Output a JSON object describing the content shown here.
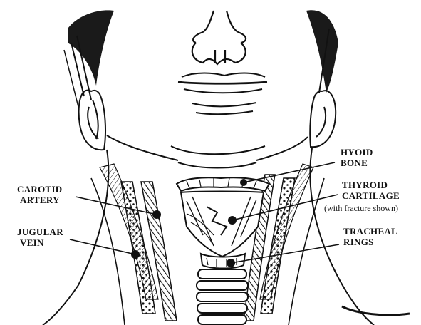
{
  "labels": {
    "carotid": [
      "CAROTID",
      "ARTERY"
    ],
    "jugular": [
      "JUGULAR",
      "VEIN"
    ],
    "hyoid": [
      "HYOID",
      "BONE"
    ],
    "thyroid": [
      "THYROID",
      "CARTILAGE"
    ],
    "thyroid_note": "(with fracture shown)",
    "tracheal": [
      "TRACHEAL",
      "RINGS"
    ]
  },
  "colors": {
    "ink": "#111111",
    "paper": "#ffffff"
  }
}
